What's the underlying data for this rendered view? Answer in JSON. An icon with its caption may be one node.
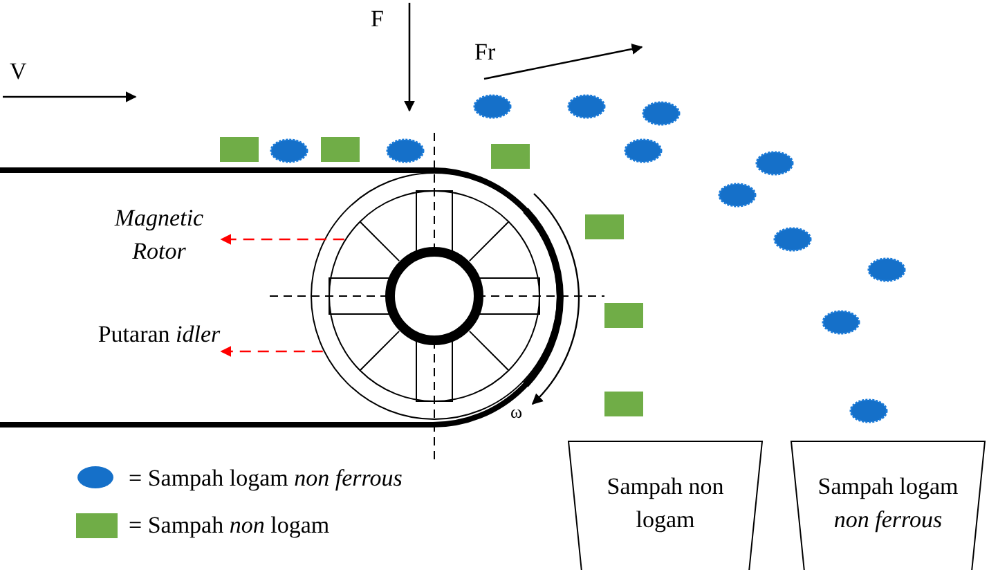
{
  "diagram": {
    "nodes": [
      {
        "text": [
          "Magnetic Rotor"
        ]
      },
      {
        "text": [
          "Putaran *idler*"
        ]
      },
      {
        "text": [],
        "shape": "circle"
      },
      {
        "text": [],
        "shape": "circle",
        "in": 2
      },
      {
        "text": [
          "Sampah non logam"
        ]
      },
      {
        "text": [
          "Sampah logam *non ferrous*"
        ]
      }
    ],
    "edges": [
      {
        "from": 3,
        "to": 0,
        "arrow": "to",
        "style": "dashed"
      },
      {
        "from": 2,
        "to": 1,
        "arrow": "to",
        "style": "dashed"
      }
    ],
    "labels": [
      "F",
      "Fr",
      "V",
      "ω"
    ],
    "legend": [
      {
        "text": "= Sampah logam *non ferrous*"
      },
      {
        "text": "= Sampah *non* logam",
        "color": "#70ad47"
      }
    ]
  }
}
